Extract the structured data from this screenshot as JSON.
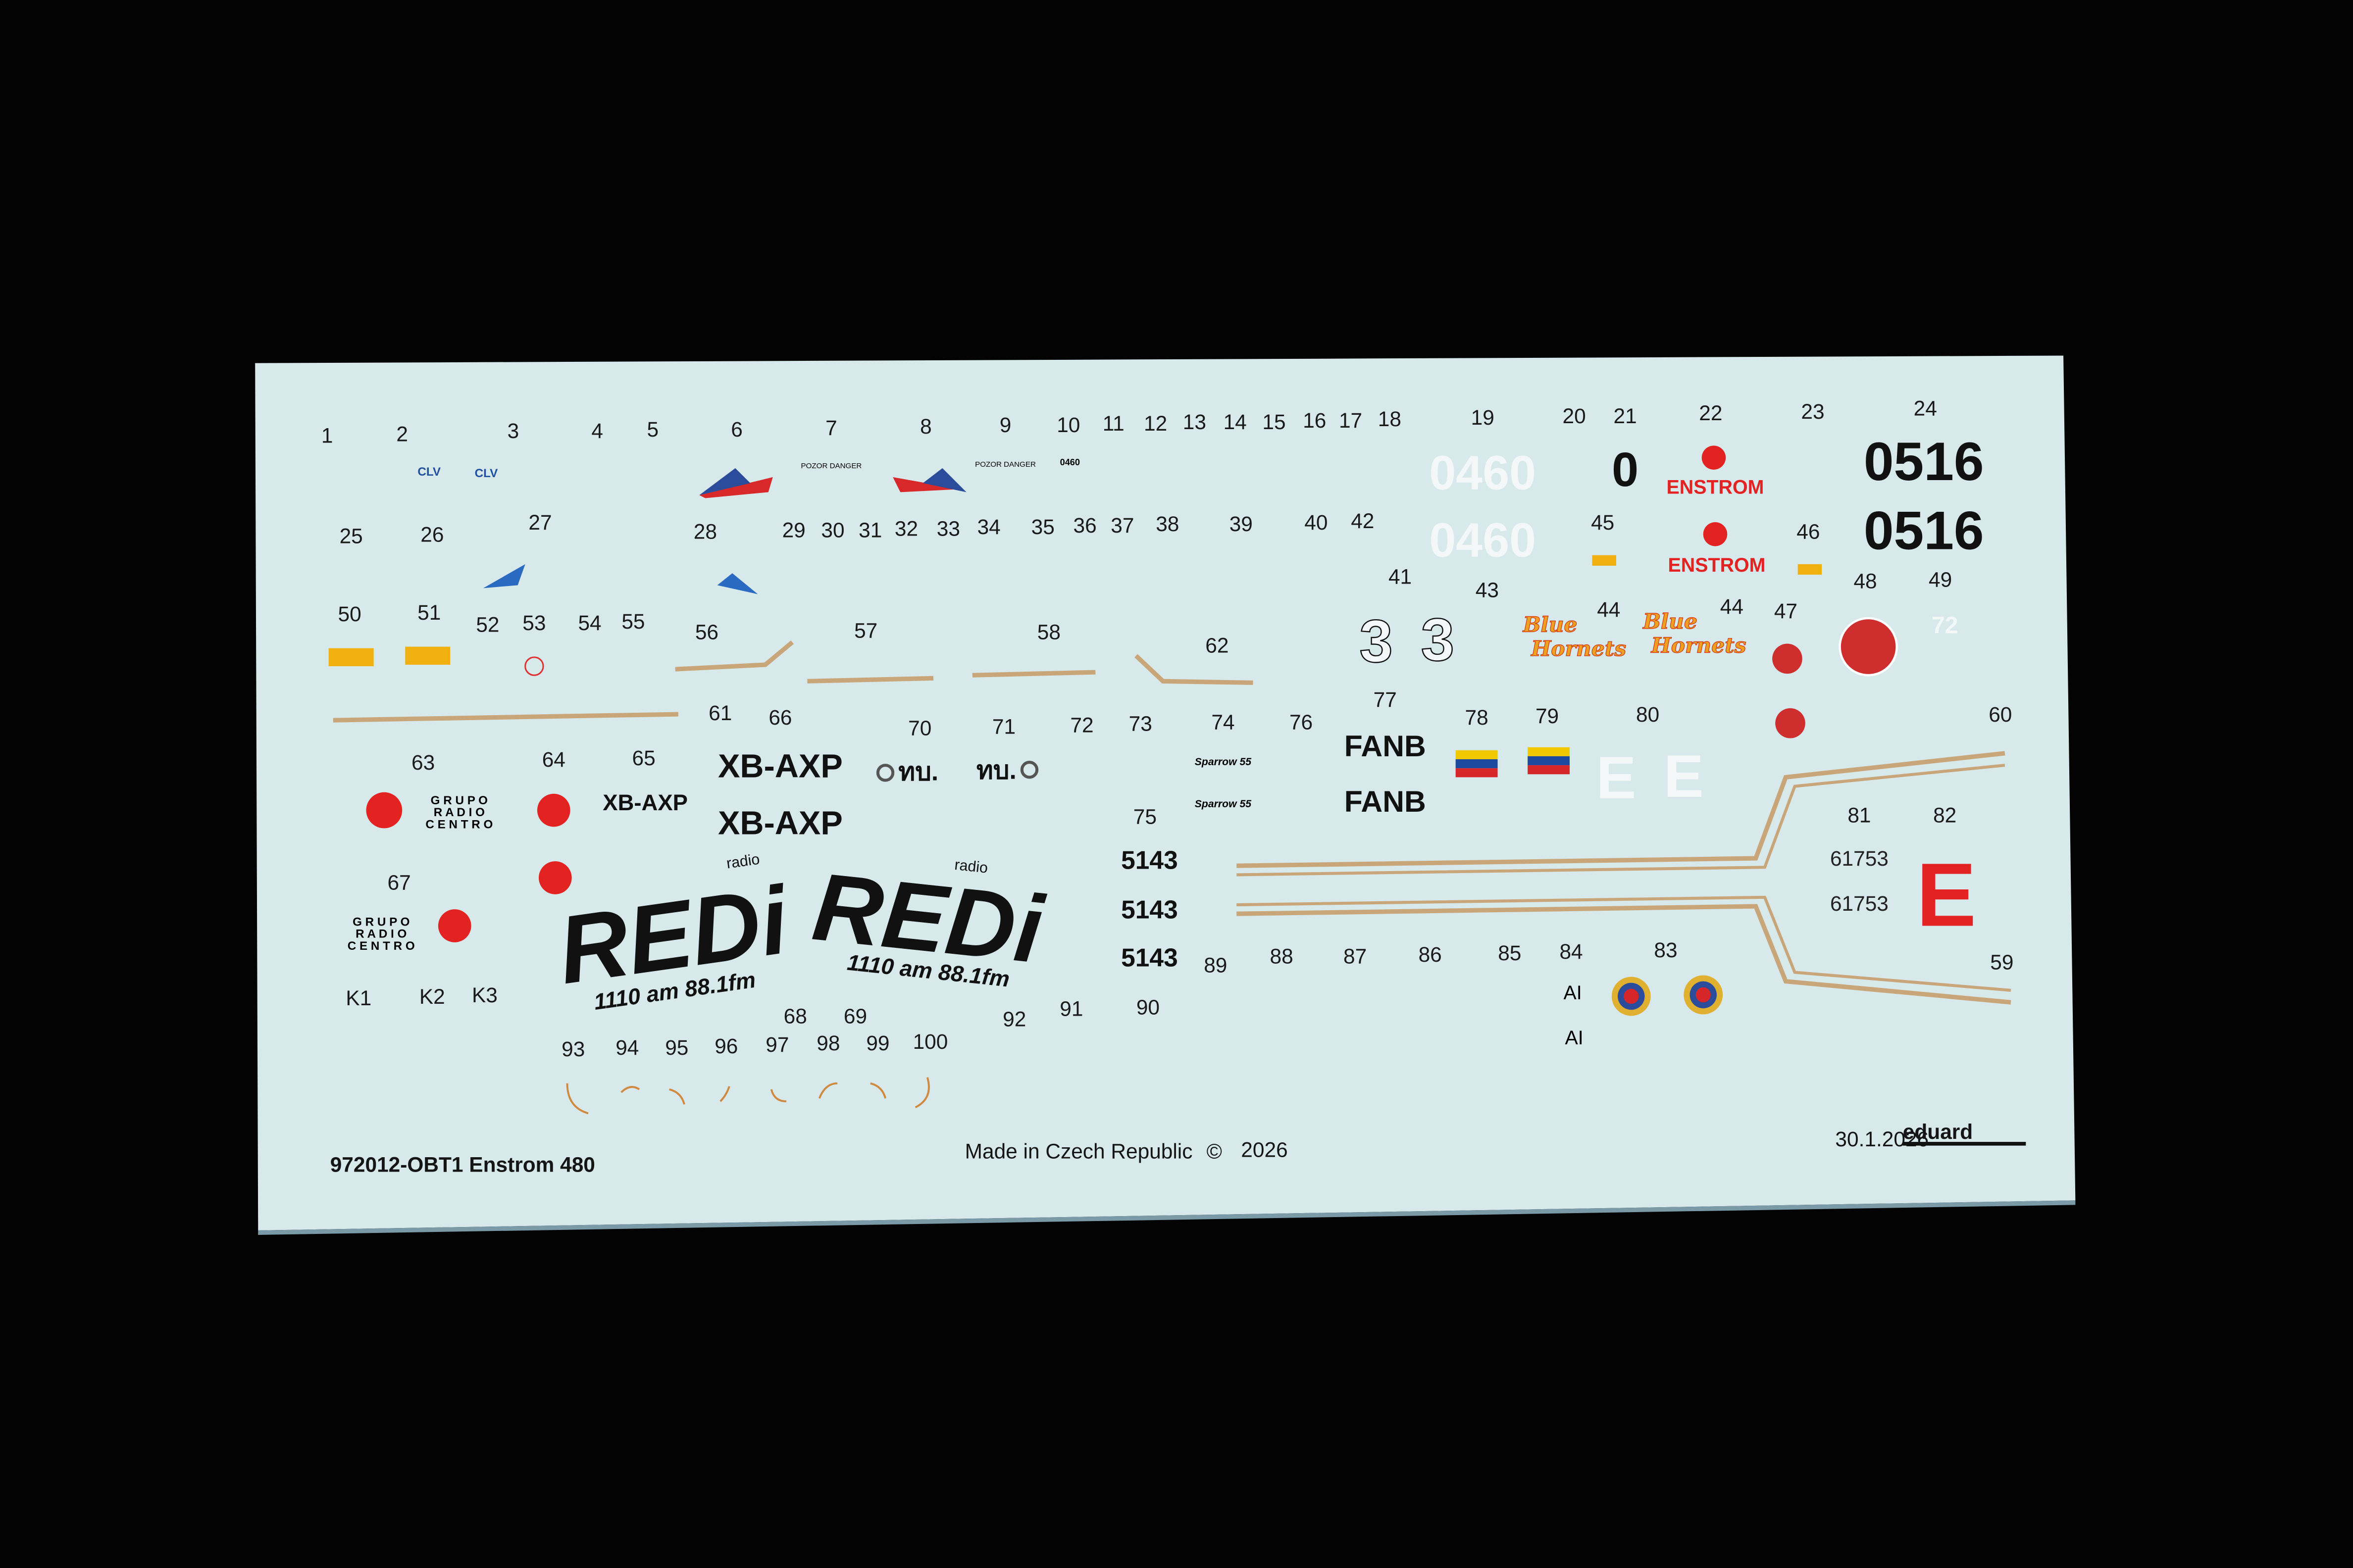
{
  "sheet": {
    "title": "972012-OBT1 Enstrom 480",
    "made_in": "Made in Czech Republic",
    "copyright_symbol": "©",
    "year": "2026",
    "date": "30.1.2026",
    "brand": "eduard",
    "colors": {
      "background": "#030303",
      "sheet": "#d7e9ea",
      "red": "#e32222",
      "tan": "#c9a67a",
      "black": "#111111"
    }
  },
  "labels": [
    "1",
    "2",
    "3",
    "4",
    "5",
    "6",
    "7",
    "8",
    "9",
    "10",
    "11",
    "12",
    "13",
    "14",
    "15",
    "16",
    "17",
    "18",
    "19",
    "20",
    "21",
    "22",
    "23",
    "24",
    "25",
    "26",
    "27",
    "28",
    "29",
    "30",
    "31",
    "32",
    "33",
    "34",
    "35",
    "36",
    "37",
    "38",
    "39",
    "40",
    "42",
    "45",
    "46",
    "41",
    "43",
    "44",
    "44",
    "47",
    "48",
    "49",
    "50",
    "51",
    "52",
    "53",
    "54",
    "55",
    "56",
    "57",
    "58",
    "62",
    "61",
    "66",
    "70",
    "71",
    "72",
    "73",
    "74",
    "76",
    "77",
    "78",
    "79",
    "80",
    "60",
    "63",
    "64",
    "65",
    "75",
    "81",
    "82",
    "67",
    "68",
    "69",
    "89",
    "88",
    "87",
    "86",
    "85",
    "84",
    "83",
    "59",
    "K1",
    "K2",
    "K3",
    "92",
    "91",
    "90",
    "93",
    "94",
    "95",
    "96",
    "97",
    "98",
    "99",
    "100"
  ],
  "decals": {
    "serial_white": "0460",
    "zero": "0",
    "serial_black": "0516",
    "enstrom": "ENSTROM",
    "blue_hornets_1": "Blue",
    "blue_hornets_2": "Hornets",
    "three": "3",
    "reg": "XB-AXP",
    "fanb": "FANB",
    "code_5143": "5143",
    "code_61753": "61753",
    "letter_e": "E",
    "nr_72": "72",
    "red_logo": "REDi",
    "radio": "radio",
    "freq": "1110 am 88.1fm",
    "grupo": "G R U P O",
    "radio_c": "R A D I O",
    "centro": "C E N T R O",
    "ai": "AI",
    "thai": "ทบ.",
    "sparrow": "Sparrow 55",
    "clv": "CLV",
    "pozor": "POZOR DANGER",
    "small_0460": "0460"
  }
}
